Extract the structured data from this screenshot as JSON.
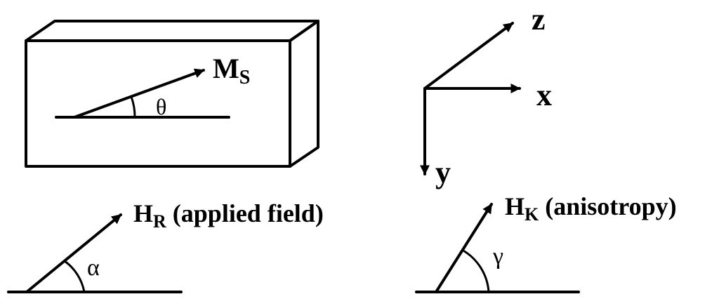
{
  "diagram": {
    "box": {
      "magnetization": {
        "main": "M",
        "sub": "S"
      },
      "angle": "θ"
    },
    "axes": {
      "z": "z",
      "x": "x",
      "y": "y"
    },
    "applied_field": {
      "main": "H",
      "sub": "R",
      "desc": " (applied field)",
      "angle": "α"
    },
    "anisotropy": {
      "main": "H",
      "sub": "K",
      "desc": " (anisotropy)",
      "angle": "γ"
    }
  }
}
